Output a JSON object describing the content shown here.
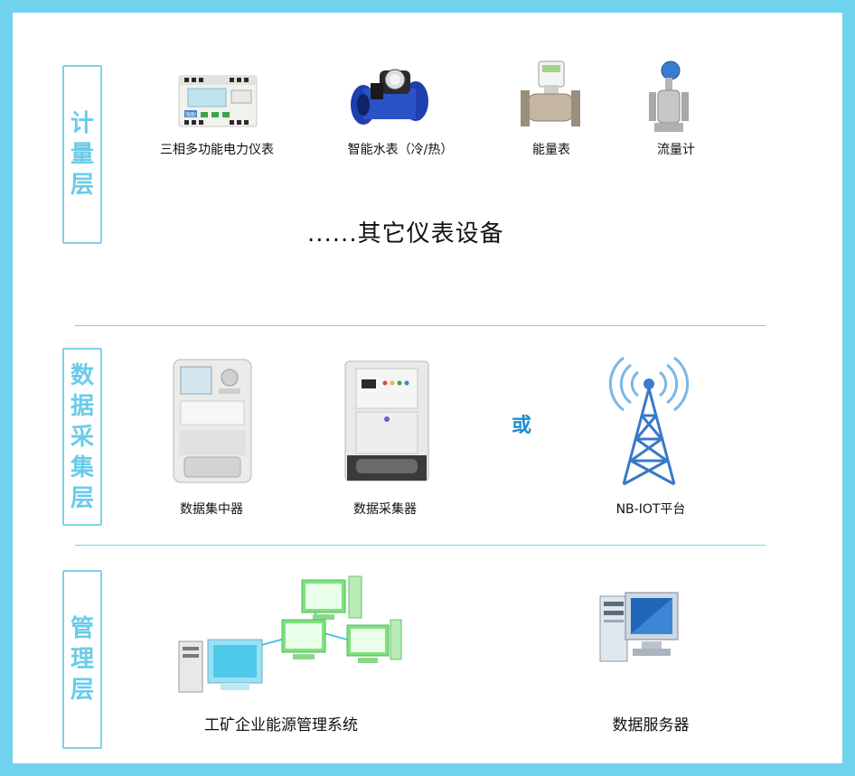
{
  "layers": {
    "metering": {
      "chars": [
        "计",
        "量",
        "层"
      ]
    },
    "collection": {
      "chars": [
        "数",
        "据",
        "采",
        "集",
        "层"
      ]
    },
    "management": {
      "chars": [
        "管",
        "理",
        "层"
      ]
    }
  },
  "metering": {
    "devices": [
      {
        "label": "三相多功能电力仪表",
        "icon": "power-meter-icon"
      },
      {
        "label": "智能水表（冷/热）",
        "icon": "water-meter-icon"
      },
      {
        "label": "能量表",
        "icon": "energy-meter-icon"
      },
      {
        "label": "流量计",
        "icon": "flow-meter-icon"
      }
    ],
    "other_text": "......其它仪表设备",
    "power_meter_brand": "施耐"
  },
  "collection": {
    "devices": [
      {
        "label": "数据集中器",
        "icon": "concentrator-icon"
      },
      {
        "label": "数据采集器",
        "icon": "collector-icon"
      },
      {
        "label": "NB-IOT平台",
        "icon": "signal-tower-icon"
      }
    ],
    "or_text": "或"
  },
  "management": {
    "systems": [
      {
        "label": "工矿企业能源管理系统",
        "icon": "computer-network-icon"
      },
      {
        "label": "数据服务器",
        "icon": "server-icon"
      }
    ]
  },
  "colors": {
    "frame": "#6fd3ee",
    "tag_text": "#6bcbe8",
    "or_text": "#1a8fd0"
  }
}
